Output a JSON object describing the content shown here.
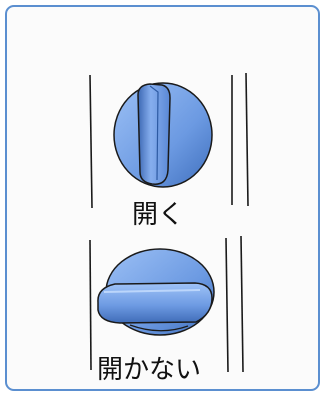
{
  "colors": {
    "frame": "#5b8fd0",
    "knob_light": "#8fb6f2",
    "knob_mid": "#5f8fdc",
    "knob_dark": "#2f5fa8",
    "line": "#1a1a1a"
  },
  "panels": [
    {
      "state": "open",
      "label": "開く",
      "icon": "vertical-knob-icon"
    },
    {
      "state": "closed",
      "label": "開かない",
      "icon": "horizontal-knob-icon"
    }
  ]
}
